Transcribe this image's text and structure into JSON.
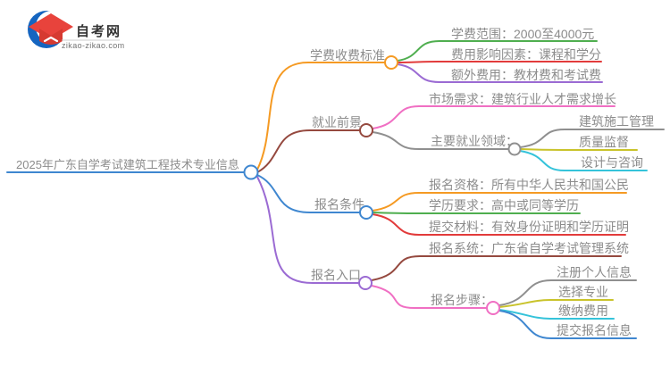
{
  "logo": {
    "title": "自考网",
    "domain": "zikao-zikao.com",
    "icon": "graduation-cap-crescent-icon"
  },
  "root": {
    "label": "2025年广东自学考试建筑工程技术专业信息"
  },
  "branches": [
    {
      "label": "学费收费标准",
      "color": "orange",
      "children": [
        {
          "label": "学费范围：2000至4000元",
          "color": "green"
        },
        {
          "label": "费用影响因素：课程和学分",
          "color": "red"
        },
        {
          "label": "额外费用：教材费和考试费",
          "color": "purple"
        }
      ]
    },
    {
      "label": "就业前景",
      "color": "brown",
      "children": [
        {
          "label": "市场需求：建筑行业人才需求增长",
          "color": "pink"
        },
        {
          "label": "主要就业领域：",
          "color": "gray",
          "children": [
            {
              "label": "建筑施工管理",
              "color": "gray"
            },
            {
              "label": "质量监督",
              "color": "yellow"
            },
            {
              "label": "设计与咨询",
              "color": "cyan"
            }
          ]
        }
      ]
    },
    {
      "label": "报名条件",
      "color": "blue",
      "children": [
        {
          "label": "报名资格：所有中华人民共和国公民",
          "color": "orange"
        },
        {
          "label": "学历要求：高中或同等学历",
          "color": "green"
        },
        {
          "label": "提交材料：有效身份证明和学历证明",
          "color": "red"
        }
      ]
    },
    {
      "label": "报名入口",
      "color": "purple",
      "children": [
        {
          "label": "报名系统：广东省自学考试管理系统",
          "color": "brown"
        },
        {
          "label": "报名步骤：",
          "color": "pink",
          "children": [
            {
              "label": "注册个人信息",
              "color": "gray"
            },
            {
              "label": "选择专业",
              "color": "yellow"
            },
            {
              "label": "缴纳费用",
              "color": "cyan"
            },
            {
              "label": "提交报名信息",
              "color": "blue"
            }
          ]
        }
      ]
    }
  ],
  "palette": {
    "text": "#8c8c8c",
    "blue": "#3f87d0",
    "orange": "#f59a23",
    "brown": "#95493f",
    "green": "#4fae4f",
    "red": "#e23b3b",
    "purple": "#9b6bd3",
    "pink": "#f06fc3",
    "gray": "#8f8f8f",
    "yellow": "#c9c32b",
    "cyan": "#35c3da",
    "logo_blue": "#1565c0",
    "logo_red": "#e8433c",
    "logo_red_dark": "#d63a31",
    "logo_text": "#333333",
    "logo_sub": "#737373"
  }
}
